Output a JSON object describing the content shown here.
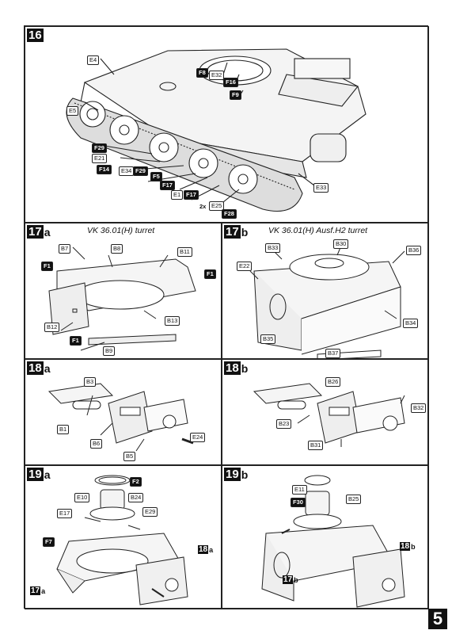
{
  "page_number": "5",
  "step16": {
    "number": "16",
    "labels": [
      "E4",
      "F8",
      "E32",
      "F16",
      "F9",
      "E5",
      "F29",
      "E21",
      "F14",
      "E34",
      "F29",
      "F5",
      "F17",
      "E1",
      "F17",
      "E25",
      "F28",
      "E33"
    ],
    "multiplier": "2x"
  },
  "step17a": {
    "number": "17",
    "suffix": "a",
    "title": "VK 36.01(H) turret",
    "labels": [
      "B7",
      "B8",
      "B11",
      "F1",
      "F1",
      "B12",
      "B13",
      "F1",
      "B9"
    ]
  },
  "step17b": {
    "number": "17",
    "suffix": "b",
    "title": "VK 36.01(H) Ausf.H2 turret",
    "labels": [
      "B33",
      "B30",
      "B36",
      "E22",
      "B34",
      "B35",
      "B37"
    ]
  },
  "step18a": {
    "number": "18",
    "suffix": "a",
    "labels": [
      "B3",
      "B1",
      "B6",
      "B5",
      "E24"
    ]
  },
  "step18b": {
    "number": "18",
    "suffix": "b",
    "labels": [
      "B26",
      "B32",
      "B23",
      "B31"
    ]
  },
  "step19a": {
    "number": "19",
    "suffix": "a",
    "labels": [
      "F2",
      "E10",
      "B24",
      "E17",
      "E29",
      "F7"
    ],
    "refs": [
      {
        "n": "18",
        "s": "a"
      },
      {
        "n": "17",
        "s": "a"
      }
    ]
  },
  "step19b": {
    "number": "19",
    "suffix": "b",
    "labels": [
      "E11",
      "F30",
      "B25"
    ],
    "refs": [
      {
        "n": "18",
        "s": "b"
      },
      {
        "n": "17",
        "s": "b"
      }
    ]
  }
}
